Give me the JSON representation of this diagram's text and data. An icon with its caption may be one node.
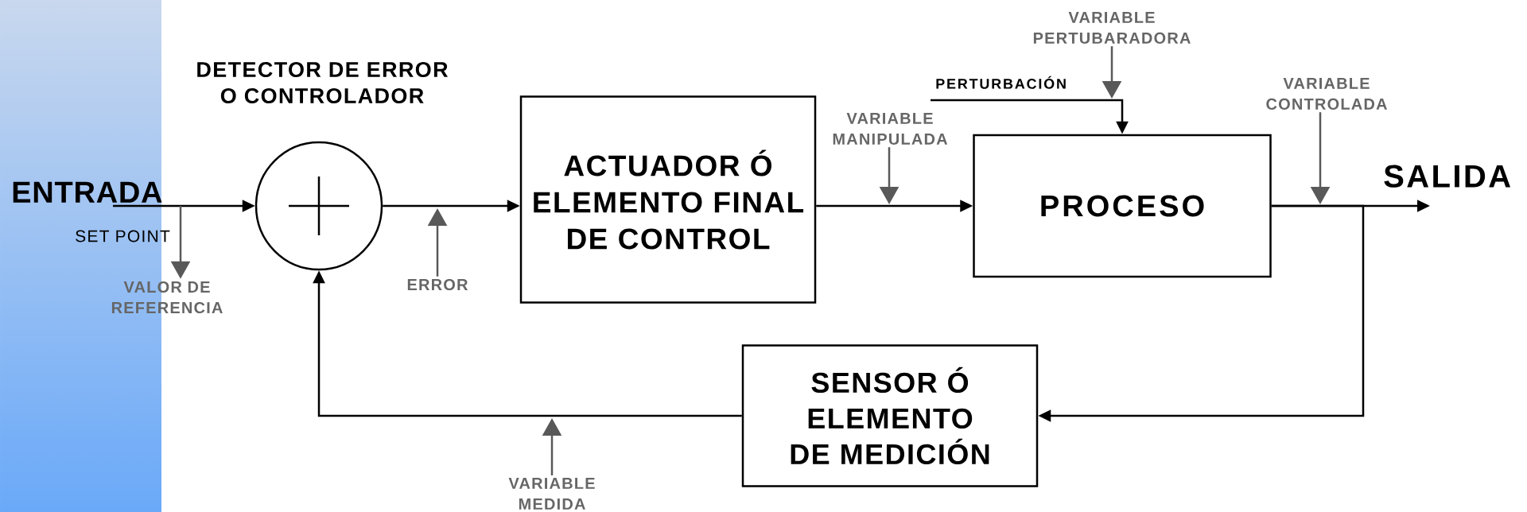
{
  "diagram": {
    "nodes": [
      {
        "text": [
          "ENTRADA"
        ]
      },
      {
        "text": [
          "DETECTOR DE ERROR O CONTROLADOR"
        ]
      },
      {
        "text": [
          "ACTUADOR Ó ELEMENTO FINAL DE CONTROL"
        ]
      },
      {
        "text": [
          "PROCESO"
        ]
      },
      {
        "text": [
          "SALIDA"
        ]
      },
      {
        "text": [
          "SENSOR Ó ELEMENTO DE MEDICIÓN"
        ]
      },
      {
        "text": [
          "PERTURBACIÓN"
        ]
      },
      {
        "text": [
          "VALOR DE REFERENCIA"
        ]
      },
      {
        "text": [
          "ERROR"
        ]
      },
      {
        "text": [
          "VARIABLE MANIPULADA"
        ]
      },
      {
        "text": [
          "VARIABLE PERTUBARADORA"
        ]
      },
      {
        "text": [
          "VARIABLE CONTROLADA"
        ]
      },
      {
        "text": [
          "VARIABLE MEDIDA"
        ]
      }
    ],
    "edges": [
      {
        "from": 0,
        "to": 1,
        "arrow": "to"
      },
      {
        "from": 1,
        "to": 2,
        "arrow": "to"
      },
      {
        "from": 2,
        "to": 3,
        "arrow": "to"
      },
      {
        "from": 3,
        "to": 4,
        "arrow": "to"
      },
      {
        "from": 3,
        "to": 5,
        "arrow": "to"
      },
      {
        "from": 5,
        "to": 1,
        "arrow": "to"
      },
      {
        "from": 6,
        "to": 3,
        "arrow": "to"
      },
      {
        "from": 0,
        "to": 7,
        "arrow": "to",
        "color": "#595959"
      },
      {
        "from": 8,
        "to": null,
        "arrow": "to",
        "color": "#595959"
      },
      {
        "from": 9,
        "to": null,
        "arrow": "to",
        "color": "#595959"
      },
      {
        "from": 10,
        "to": null,
        "arrow": "to",
        "color": "#595959"
      },
      {
        "from": 11,
        "to": null,
        "arrow": "to",
        "color": "#595959"
      },
      {
        "from": 12,
        "to": null,
        "arrow": "to",
        "color": "#595959"
      }
    ],
    "labels": [
      "SET POINT"
    ]
  }
}
